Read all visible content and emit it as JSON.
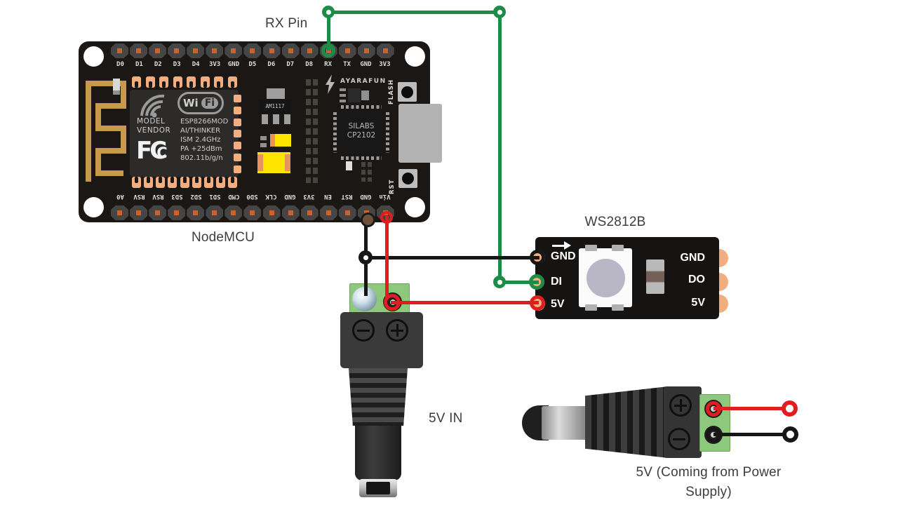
{
  "labels": {
    "rx_pin": "RX Pin",
    "nodemcu": "NodeMCU",
    "ws2812b": "WS2812B",
    "five_v_in": "5V IN",
    "psu_line1": "5V (Coming from Power",
    "psu_line2": "Supply)"
  },
  "nodemcu": {
    "top_pins": [
      "D0",
      "D1",
      "D2",
      "D3",
      "D4",
      "3V3",
      "GND",
      "D5",
      "D6",
      "D7",
      "D8",
      "RX",
      "TX",
      "GND",
      "3V3"
    ],
    "bottom_pins": [
      "A0",
      "RSV",
      "RSV",
      "SD3",
      "SD2",
      "SD1",
      "CMD",
      "SD0",
      "CLK",
      "GND",
      "3V3",
      "EN",
      "RST",
      "GND",
      "Vin"
    ],
    "silkscreen": {
      "model": "MODEL",
      "vendor": "VENDOR",
      "fcc": [
        "FC",
        "C"
      ],
      "wifi": [
        "Wi",
        "Fi"
      ],
      "specs": [
        "ESP8266MOD",
        "AI/THINKER",
        "ISM 2.4GHz",
        "PA +25dBm",
        "802.11b/g/n"
      ],
      "regulator": "AM1117",
      "vendor_mark": "AYARAFUN",
      "usb_chip": [
        "SILABS",
        "CP2102"
      ],
      "flash_button": "FLASH",
      "rst_button": "RST"
    }
  },
  "ws2812b": {
    "left_pads": [
      "GND",
      "DI",
      "5V"
    ],
    "right_pads": [
      "GND",
      "DO",
      "5V"
    ]
  },
  "colors": {
    "wire_green": "#1e8c46",
    "wire_red": "#e21d20",
    "wire_black": "#161616",
    "pcb_black": "#1b1714",
    "copper_pad": "#f2ae7e",
    "terminal_green": "#8dc87d",
    "antenna_gold": "#c79a4b",
    "component_yellow": "#ffe400"
  }
}
